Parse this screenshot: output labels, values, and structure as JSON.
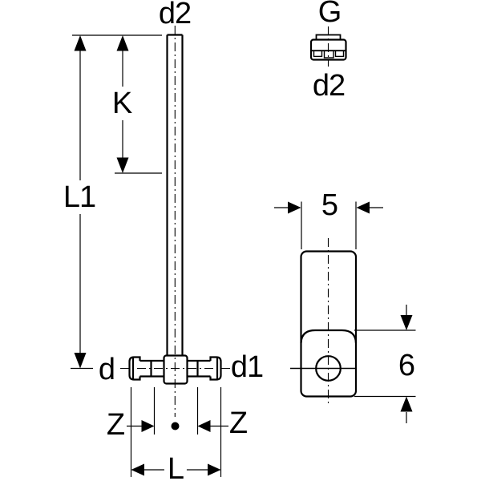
{
  "diagram": {
    "type": "technical-dimension-drawing",
    "subject": "press-fitting tee with pipe",
    "colors": {
      "line": "#000000",
      "background": "#ffffff"
    },
    "front_view": {
      "labels": {
        "pipe_diameter_top": "d2",
        "branch_height": "K",
        "total_height": "L1",
        "left_end_diameter": "d",
        "right_end_diameter": "d1",
        "z_left": "Z",
        "z_right": "Z",
        "total_length": "L"
      }
    },
    "thread_view": {
      "labels": {
        "thread": "G",
        "pipe_diameter": "d2"
      }
    },
    "side_view": {
      "labels": {
        "width": "5",
        "boss_height": "6"
      }
    }
  }
}
